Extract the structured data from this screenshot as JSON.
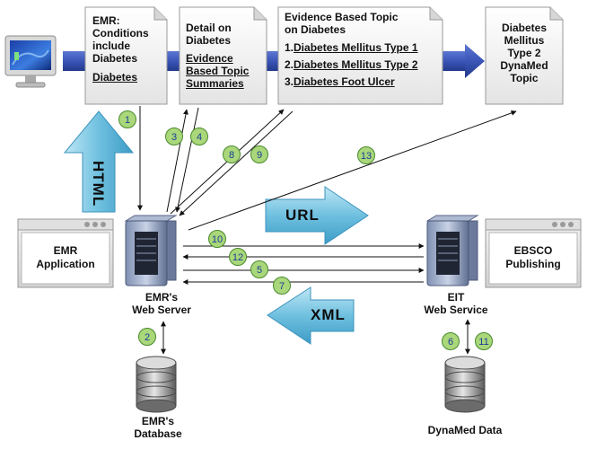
{
  "documents": {
    "emr_conditions": {
      "lines": [
        "EMR:",
        "Conditions",
        "include",
        "Diabetes"
      ],
      "link": "Diabetes"
    },
    "detail_on_diabetes": {
      "lines": [
        "Detail on",
        "Diabetes"
      ],
      "links": [
        "Evidence",
        "Based Topic",
        "Summaries"
      ]
    },
    "evidence_based_topic": {
      "title_lines": [
        "Evidence Based Topic",
        "on Diabetes"
      ],
      "items": [
        {
          "num": "1.",
          "text": "Diabetes Mellitus Type 1"
        },
        {
          "num": "2.",
          "text": "Diabetes Mellitus Type 2"
        },
        {
          "num": "3.",
          "text": "Diabetes Foot Ulcer"
        }
      ]
    },
    "dynamed_topic": {
      "lines": [
        "Diabetes",
        "Mellitus",
        "Type 2",
        "DynaMed",
        "Topic"
      ]
    }
  },
  "windows": {
    "emr_application": {
      "lines": [
        "EMR",
        "Application"
      ]
    },
    "ebsco_publishing": {
      "lines": [
        "EBSCO",
        "Publishing"
      ]
    }
  },
  "servers": {
    "emr_web_server": {
      "lines": [
        "EMR's",
        "Web Server"
      ]
    },
    "eit_web_service": {
      "lines": [
        "EIT",
        "Web Service"
      ]
    }
  },
  "databases": {
    "emr_database": {
      "lines": [
        "EMR's",
        "Database"
      ]
    },
    "dynamed_data": {
      "lines": [
        "DynaMed Data"
      ]
    }
  },
  "big_arrows": {
    "html": "HTML",
    "url": "URL",
    "xml": "XML"
  },
  "steps": [
    "1",
    "2",
    "3",
    "4",
    "5",
    "6",
    "7",
    "8",
    "9",
    "10",
    "11",
    "12",
    "13"
  ],
  "colors": {
    "step_fill": "#a9d77a",
    "step_stroke": "#4a8a2e",
    "step_text": "#1a3d99",
    "arrow_fill": "#74c3e0",
    "arrow_dark": "#2a8fbf",
    "banner": "#3a55b6"
  }
}
